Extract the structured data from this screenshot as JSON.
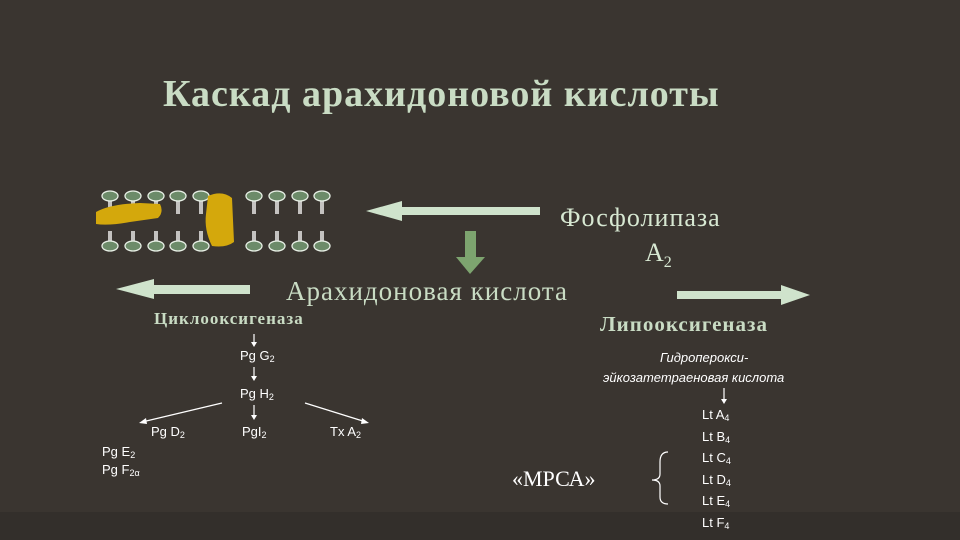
{
  "title": "Каскад арахидоновой кислоты",
  "enzymes": {
    "phospholipase_line1": "Фосфолипаза",
    "phospholipase_line2": "A",
    "phospholipase_sub": "2",
    "arachidonic_acid": "Арахидоновая кислота",
    "cyclooxygenase": "Циклооксигеназа",
    "lipoxygenase": "Липооксигеназа"
  },
  "cox_products": {
    "pgg": "Pg G",
    "pgg_sub": "2",
    "pgh": "Pg H",
    "pgh_sub": "2",
    "pgd": "Pg D",
    "pgd_sub": "2",
    "pgi": "PgI",
    "pgi_sub": "2",
    "txa": "Tx A",
    "txa_sub": "2",
    "pge": "Pg E",
    "pge_sub": "2",
    "pgf": "Pg F",
    "pgf_sub": "2α"
  },
  "lox_products": {
    "hpete_line1": "Гидроперокси-",
    "hpete_line2": "эйкозатетраеновая кислота",
    "mrsa": "«МРСА»",
    "leukotrienes": [
      {
        "name": "Lt A",
        "sub": "4"
      },
      {
        "name": "Lt B",
        "sub": "4"
      },
      {
        "name": "Lt C",
        "sub": "4"
      },
      {
        "name": "Lt D",
        "sub": "4"
      },
      {
        "name": "Lt E",
        "sub": "4"
      },
      {
        "name": "Lt F",
        "sub": "4"
      }
    ]
  },
  "colors": {
    "background": "#3a3530",
    "title": "#c9dcc4",
    "arrow_light": "#cfe3cc",
    "arrow_green": "#7da46f",
    "lipid_head": "#6c8b69",
    "enzyme_yellow": "#d4a80c"
  }
}
